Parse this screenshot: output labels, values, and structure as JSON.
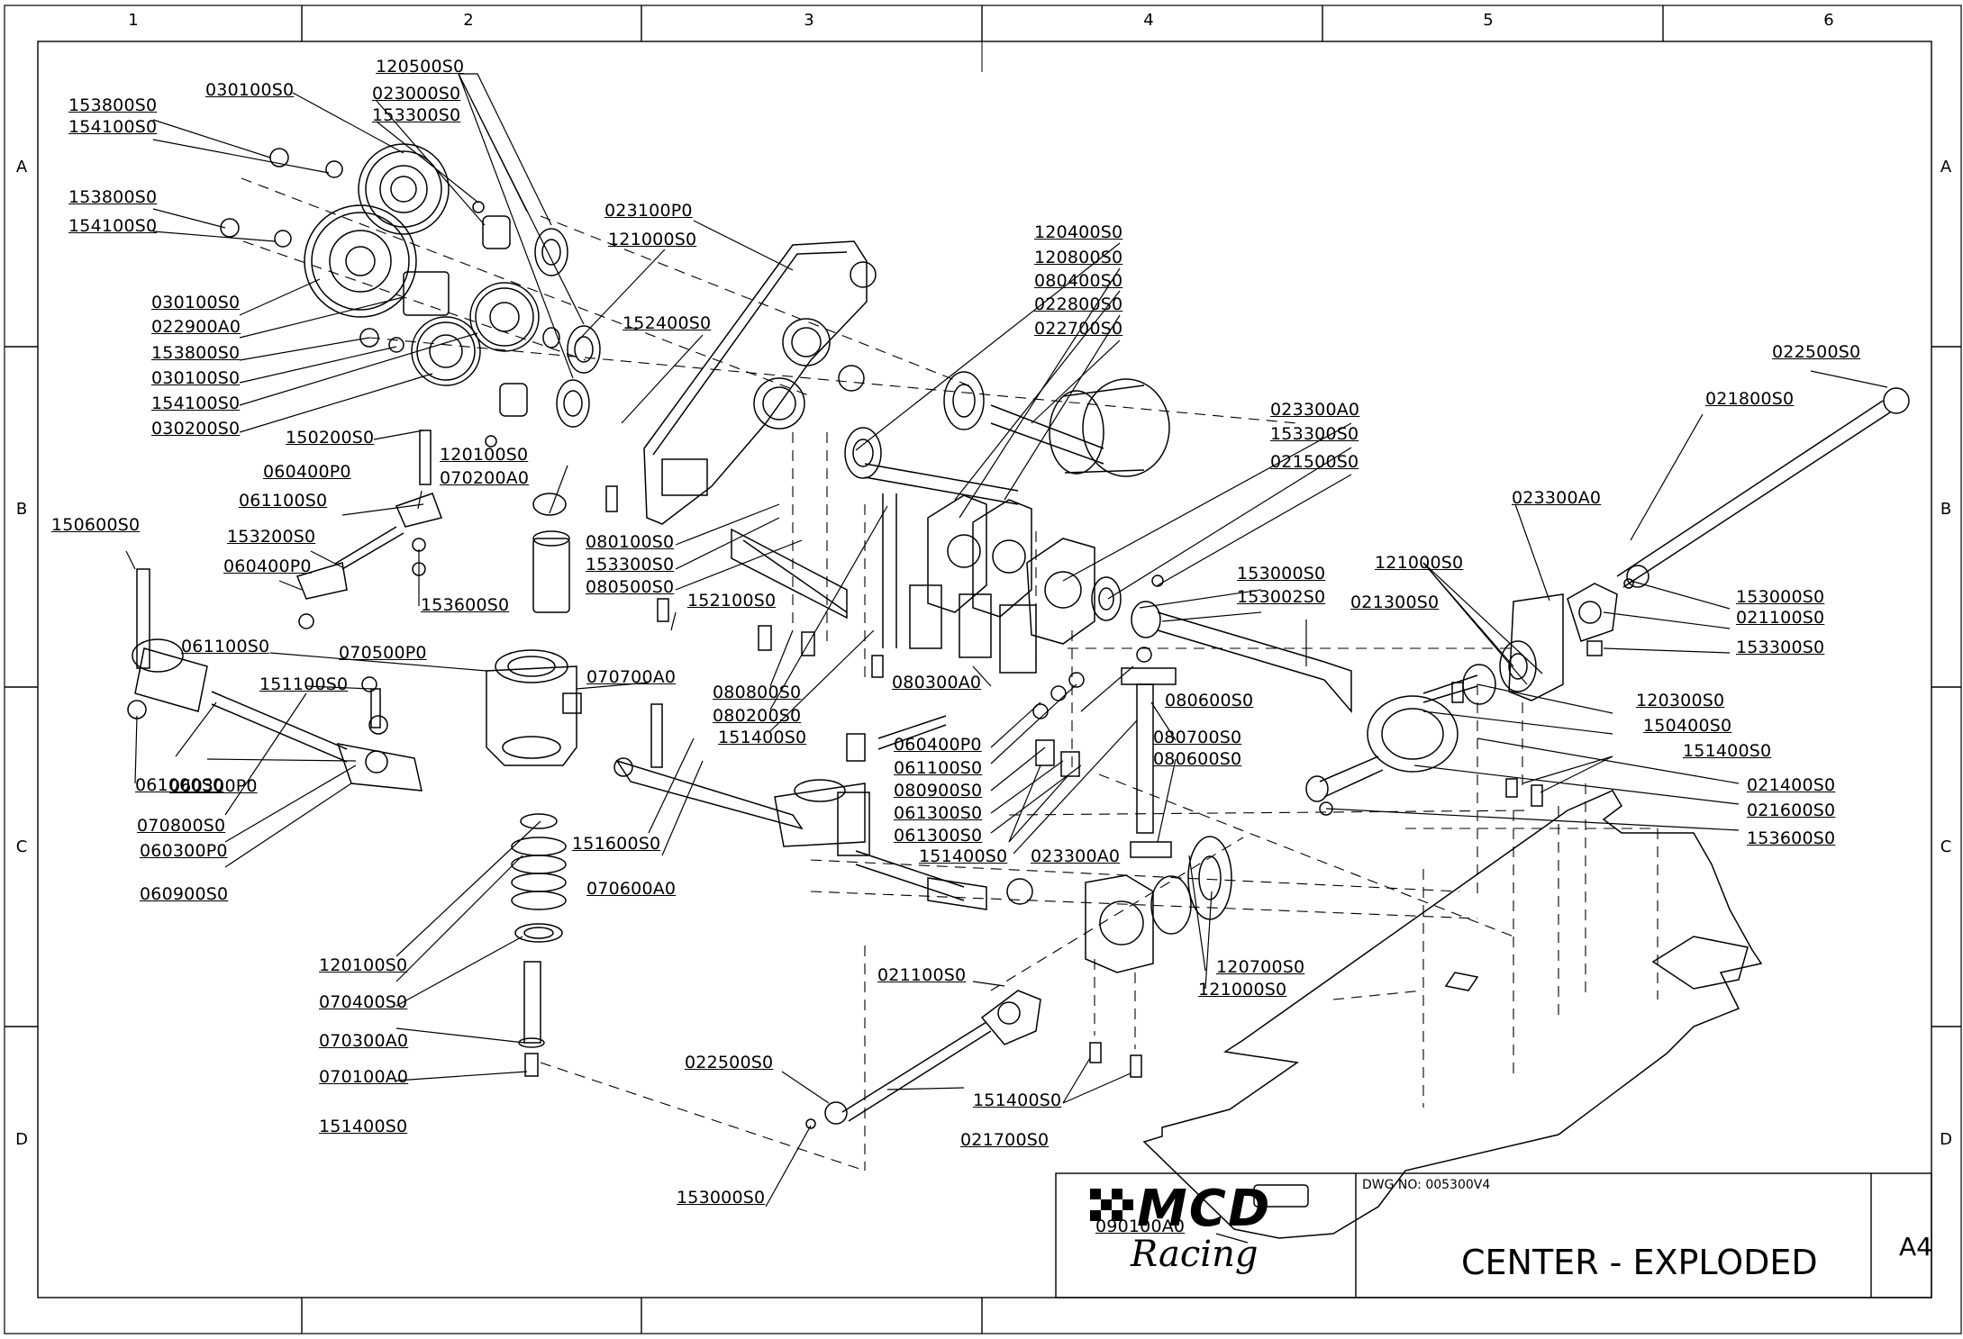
{
  "zones": {
    "columns": [
      "1",
      "2",
      "3",
      "4",
      "5",
      "6"
    ],
    "rows": [
      "A",
      "B",
      "C",
      "D"
    ]
  },
  "callouts": [
    "120500S0",
    "023000S0",
    "153300S0",
    "030100S0",
    "153800S0",
    "154100S0",
    "153800S0",
    "154100S0",
    "030100S0",
    "022900A0",
    "153800S0",
    "030100S0",
    "154100S0",
    "030200S0",
    "023100P0",
    "121000S0",
    "152400S0",
    "120400S0",
    "120800S0",
    "080400S0",
    "022800S0",
    "022700S0",
    "022500S0",
    "021800S0",
    "023300A0",
    "153300S0",
    "021500S0",
    "150200S0",
    "120100S0",
    "070200A0",
    "060400P0",
    "061100S0",
    "153200S0",
    "060400P0",
    "153600S0",
    "150600S0",
    "080100S0",
    "153300S0",
    "080500S0",
    "152100S0",
    "023300A0",
    "121000S0",
    "153000S0",
    "153002S0",
    "021300S0",
    "153000S0",
    "021100S0",
    "153300S0",
    "061100S0",
    "070500P0",
    "070700A0",
    "151100S0",
    "080800S0",
    "080200S0",
    "151400S0",
    "080300A0",
    "080600S0",
    "120300S0",
    "150400S0",
    "151400S0",
    "060300P0",
    "061000S0",
    "060400P0",
    "061100S0",
    "080700S0",
    "080600S0",
    "080900S0",
    "061300S0",
    "061300S0",
    "070800S0",
    "060300P0",
    "060900S0",
    "151600S0",
    "070600A0",
    "151400S0",
    "023300A0",
    "021400S0",
    "021600S0",
    "153600S0",
    "120100S0",
    "070400S0",
    "070300A0",
    "070100A0",
    "151400S0",
    "021100S0",
    "120700S0",
    "121000S0",
    "022500S0",
    "151400S0",
    "021700S0",
    "153000S0",
    "090100A0"
  ],
  "title_block": {
    "logo_top": "MCD",
    "logo_bottom": "Racing",
    "dwg_no": "DWG NO: 005300V4",
    "title": "CENTER - EXPLODED",
    "size": "A4"
  }
}
